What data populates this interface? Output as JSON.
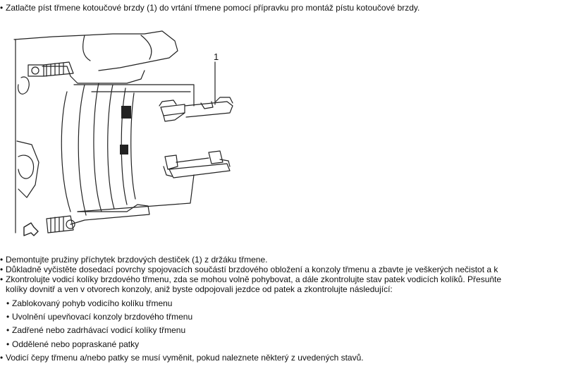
{
  "intro_step": "Zatlačte píst třmene kotoučové brzdy (1) do vrtání třmene pomocí přípravku pro montáž pístu kotoučové brzdy.",
  "figure": {
    "callout": "1"
  },
  "steps": [
    "Demontujte pružiny příchytek brzdových destiček (1) z držáku třmene.",
    "Důkladně vyčistěte dosedací povrchy spojovacích součástí brzdového obložení a konzoly třmenu a zbavte je veškerých nečistot a k",
    "Zkontrolujte vodicí kolíky brzdového třmenu, zda se mohou volně pohybovat, a dále zkontrolujte stav patek vodicích kolíků. Přesuňte",
    "kolíky dovnitř a ven v otvorech konzoly, aniž byste odpojovali jezdce od patek a zkontrolujte následující:"
  ],
  "checks": [
    "Zablokovaný pohyb vodicího kolíku třmenu",
    "Uvolnění upevňovací konzoly brzdového třmenu",
    "Zadřené nebo zadrhávací vodicí kolíky třmenu",
    "Oddělené nebo popraskané patky"
  ],
  "final_step": "Vodicí čepy třmenu a/nebo patky se musí vyměnit, pokud naleznete některý z uvedených stavů.",
  "bullet": "•"
}
